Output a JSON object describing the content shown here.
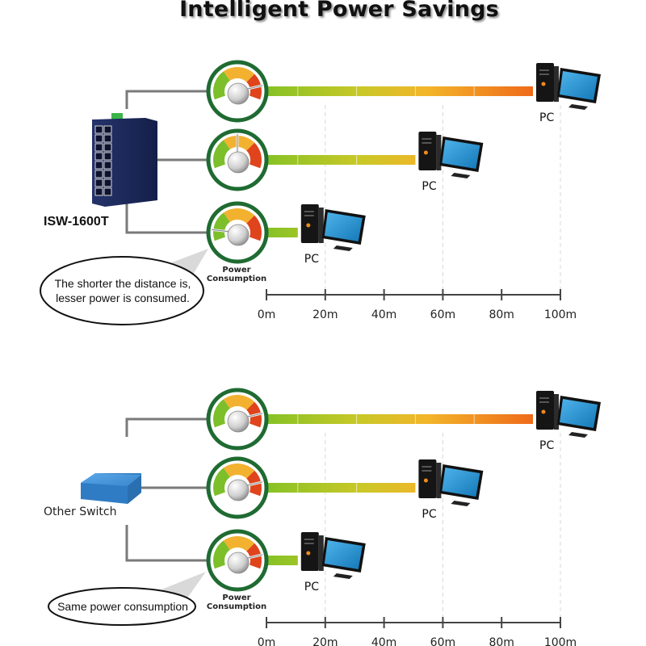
{
  "title": "Intelligent Power Savings",
  "colors": {
    "gauge_ring": "#1f6b32",
    "gauge_green": "#7cbf2a",
    "gauge_yellow": "#f2b230",
    "gauge_red": "#e0441c",
    "cable_gray": "#7a7a7a",
    "axis": "#444444",
    "isw_switch_body": "#1c2a5a",
    "other_switch_body": "#3d8fd6"
  },
  "panels": [
    {
      "id": "intelligent",
      "device_label": "ISW-1600T",
      "callout": [
        "The shorter the distance is,",
        "lesser power is consumed."
      ],
      "power_label": [
        "Power",
        "Consumption"
      ],
      "links": [
        {
          "pc_label": "PC",
          "distance_m": 100,
          "gauge_level": 0.85
        },
        {
          "pc_label": "PC",
          "distance_m": 60,
          "gauge_level": 0.5
        },
        {
          "pc_label": "PC",
          "distance_m": 20,
          "gauge_level": 0.12
        }
      ],
      "axis": {
        "ticks": [
          "0m",
          "20m",
          "40m",
          "60m",
          "80m",
          "100m"
        ],
        "values": [
          0,
          20,
          40,
          60,
          80,
          100
        ]
      }
    },
    {
      "id": "other",
      "device_label": "Other Switch",
      "callout": [
        "Same power consumption"
      ],
      "power_label": [
        "Power",
        "Consumption"
      ],
      "links": [
        {
          "pc_label": "PC",
          "distance_m": 100,
          "gauge_level": 0.85
        },
        {
          "pc_label": "PC",
          "distance_m": 60,
          "gauge_level": 0.85
        },
        {
          "pc_label": "PC",
          "distance_m": 20,
          "gauge_level": 0.85
        }
      ],
      "axis": {
        "ticks": [
          "0m",
          "20m",
          "40m",
          "60m",
          "80m",
          "100m"
        ],
        "values": [
          0,
          20,
          40,
          60,
          80,
          100
        ]
      }
    }
  ]
}
